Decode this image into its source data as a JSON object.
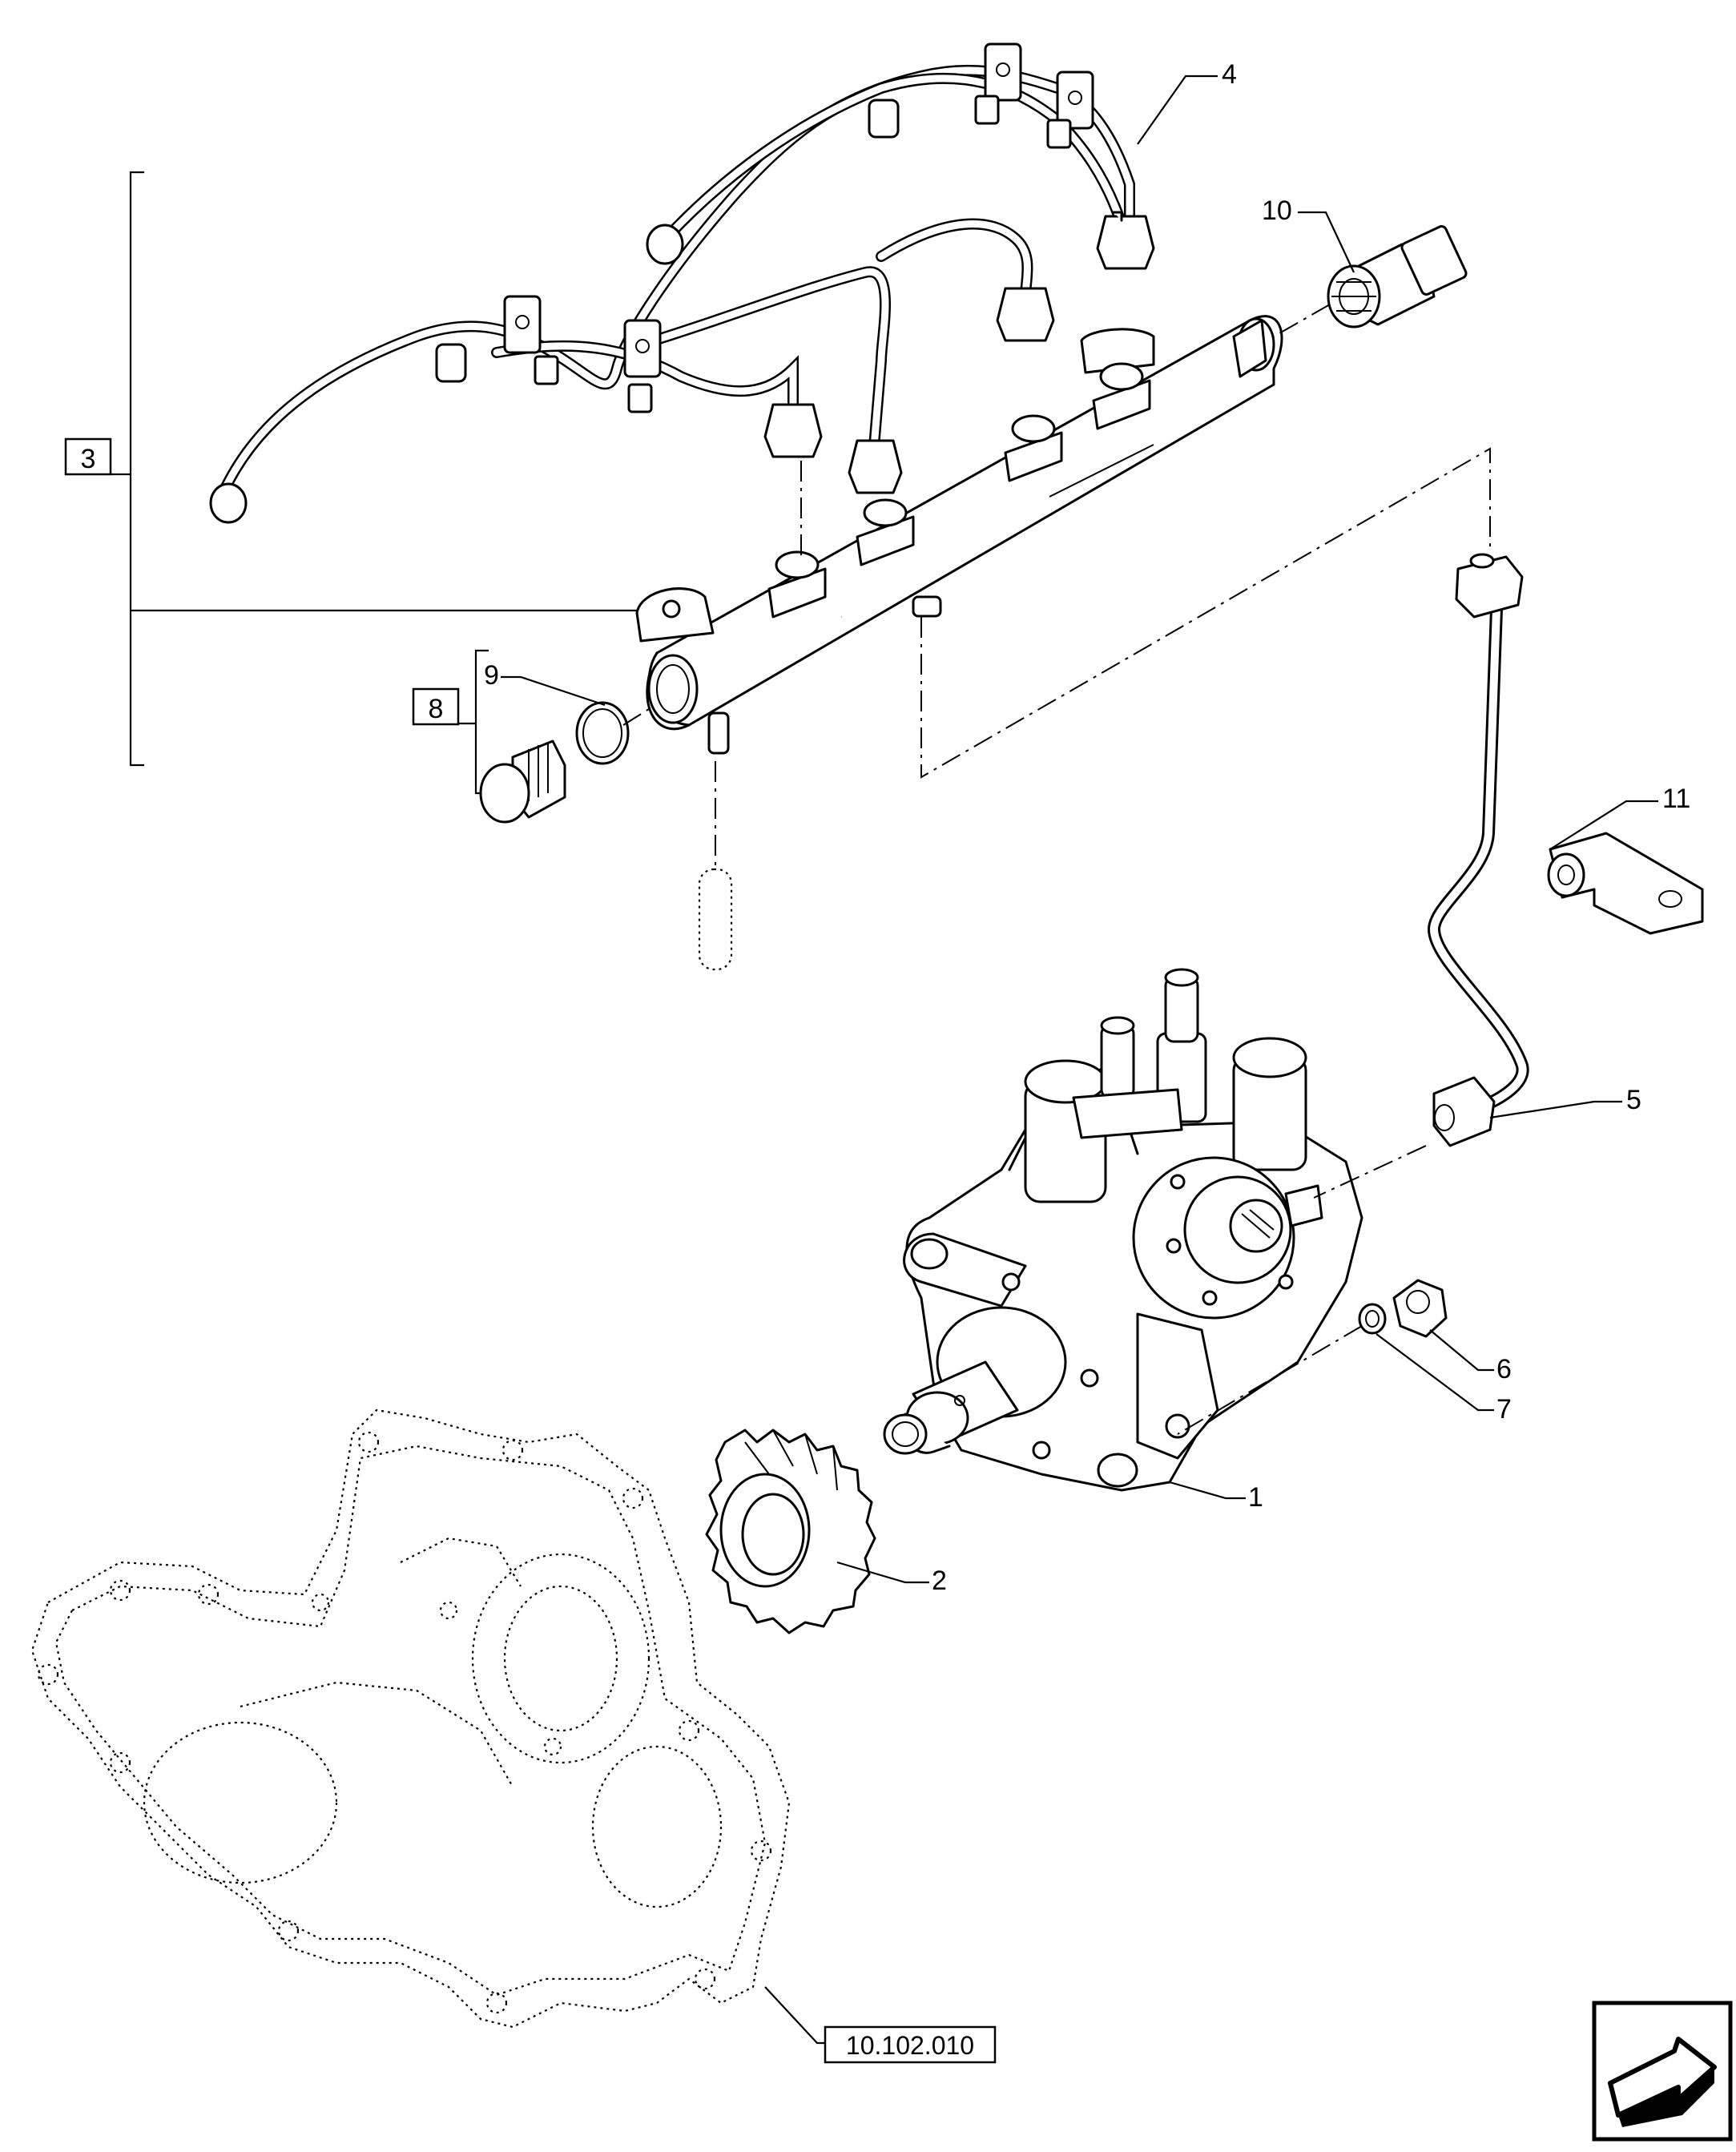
{
  "callouts": {
    "c1": "1",
    "c2": "2",
    "c3": "3",
    "c4": "4",
    "c5": "5",
    "c6": "6",
    "c7": "7",
    "c8": "8",
    "c9": "9",
    "c10": "10",
    "c11": "11"
  },
  "reference": "10.102.010",
  "nav_icon": "arrow-next-page-icon"
}
